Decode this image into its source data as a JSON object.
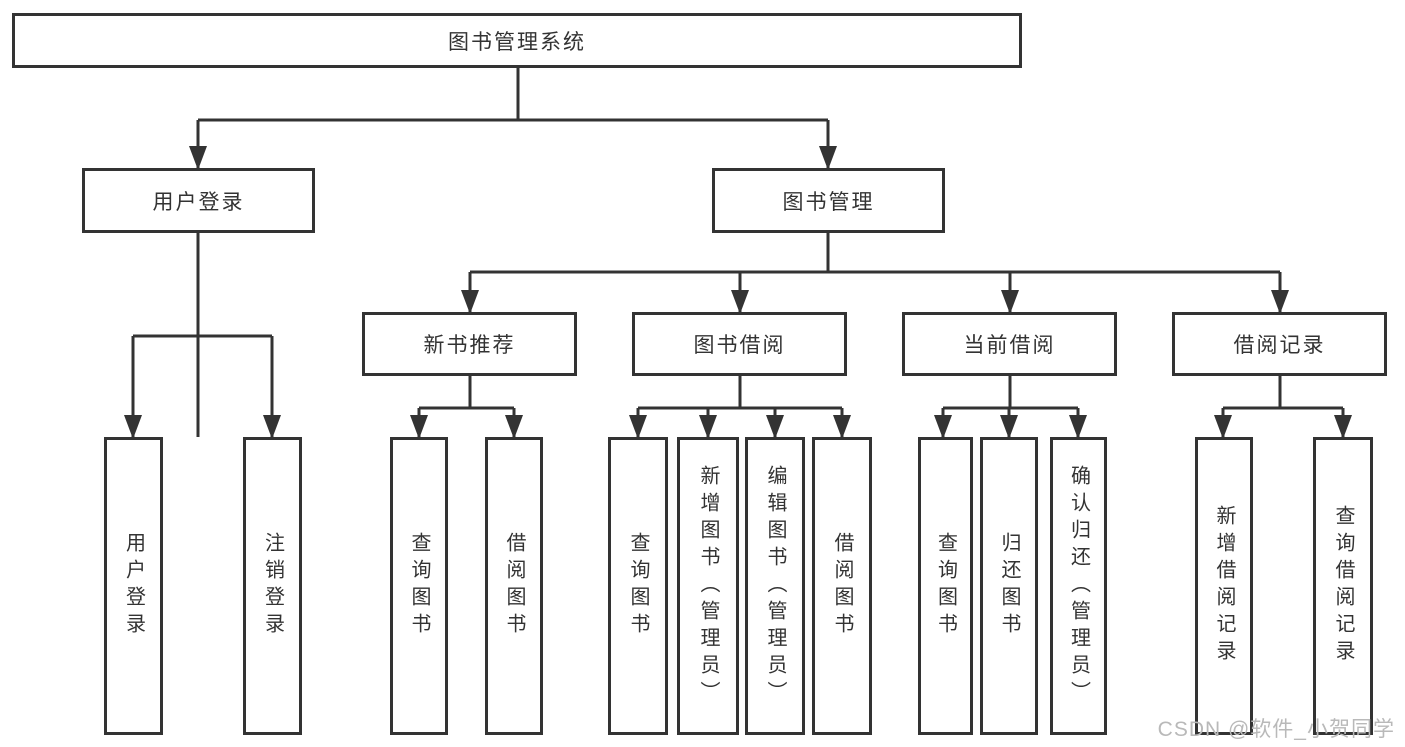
{
  "diagram": {
    "type": "hierarchy-tree",
    "tree": {
      "root": {
        "label": "图书管理系统"
      },
      "branches": [
        {
          "label": "用户登录",
          "children": [
            {
              "label": "用户登录"
            },
            {
              "label": "注销登录"
            }
          ]
        },
        {
          "label": "图书管理",
          "children": [
            {
              "label": "新书推荐",
              "children": [
                {
                  "label": "查询图书"
                },
                {
                  "label": "借阅图书"
                }
              ]
            },
            {
              "label": "图书借阅",
              "children": [
                {
                  "label": "查询图书"
                },
                {
                  "label": "新增图书（管理员）"
                },
                {
                  "label": "编辑图书（管理员）"
                },
                {
                  "label": "借阅图书"
                }
              ]
            },
            {
              "label": "当前借阅",
              "children": [
                {
                  "label": "查询图书"
                },
                {
                  "label": "归还图书"
                },
                {
                  "label": "确认归还（管理员）"
                }
              ]
            },
            {
              "label": "借阅记录",
              "children": [
                {
                  "label": "新增借阅记录"
                },
                {
                  "label": "查询借阅记录"
                }
              ]
            }
          ]
        }
      ]
    },
    "colors": {
      "line": "#333333",
      "text": "#333333",
      "box_background": "#ffffff",
      "page_background": "#ffffff",
      "watermark": "#b9b9b9"
    }
  },
  "watermark": {
    "text": "CSDN @软件_小贺同学"
  }
}
